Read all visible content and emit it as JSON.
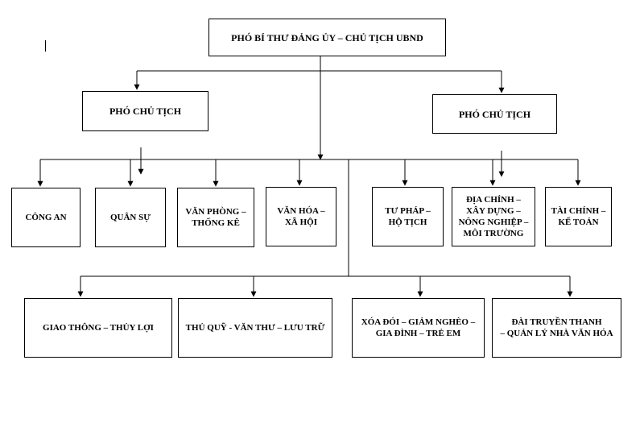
{
  "diagram": {
    "line_color": "#000000",
    "top": {
      "label": "PHÓ BÍ THƯ ĐẢNG ỦY – CHỦ TỊCH UBND"
    },
    "vice_left": {
      "label": "PHÓ CHỦ TỊCH"
    },
    "vice_right": {
      "label": "PHÓ CHỦ TỊCH"
    },
    "row1": [
      {
        "label": "CÔNG AN"
      },
      {
        "label": "QUÂN SỰ"
      },
      {
        "label": "VĂN PHÒNG –\nTHỐNG KÊ"
      },
      {
        "label": "VĂN HÓA –\nXÃ HỘI"
      },
      {
        "label": "TƯ PHÁP –\nHỘ TỊCH"
      },
      {
        "label": "ĐỊA CHÍNH –\nXÂY DỰNG –\nNÔNG NGHIỆP –\nMÔI TRƯỜNG"
      },
      {
        "label": "TÀI CHÍNH –\nKẾ TOÁN"
      }
    ],
    "row2": [
      {
        "label": "GIAO THÔNG – THỦY LỢI"
      },
      {
        "label": "THỦ QUỸ - VĂN THƯ – LƯU TRỮ"
      },
      {
        "label": "XÓA ĐÓI – GIẢM NGHÈO –\nGIA ĐÌNH – TRẺ EM"
      },
      {
        "label": "ĐÀI TRUYỀN THANH\n– QUẢN LÝ NHÀ VĂN HÓA"
      }
    ]
  }
}
